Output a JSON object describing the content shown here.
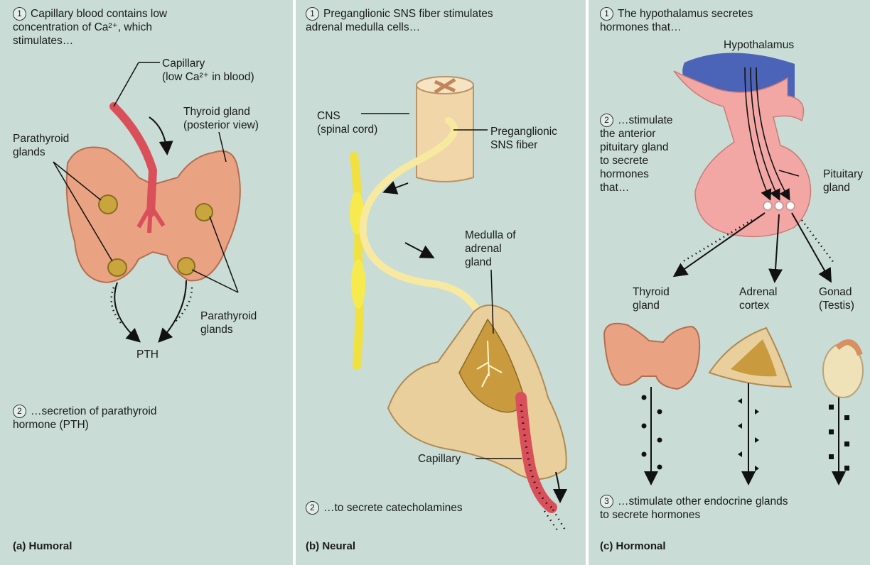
{
  "humoral": {
    "step1": "Capillary blood contains low\nconcentration of Ca²⁺, which\nstimulates…",
    "capillary_label": "Capillary\n(low Ca²⁺ in blood)",
    "thyroid_label": "Thyroid gland\n(posterior view)",
    "parathyroid_left": "Parathyroid\nglands",
    "parathyroid_right": "Parathyroid\nglands",
    "pth": "PTH",
    "step2": "…secretion of parathyroid\nhormone (PTH)",
    "caption_letter": "(a)",
    "caption_title": "Humoral"
  },
  "neural": {
    "step1": "Preganglionic SNS fiber stimulates\nadrenal medulla cells…",
    "cns_label": "CNS\n(spinal cord)",
    "fiber_label": "Preganglionic\nSNS fiber",
    "medulla_label": "Medulla of\nadrenal\ngland",
    "capillary_label": "Capillary",
    "step2": "…to secrete catecholamines",
    "caption_letter": "(b)",
    "caption_title": "Neural"
  },
  "hormonal": {
    "step1": "The hypothalamus secretes\nhormones that…",
    "hypothalamus_label": "Hypothalamus",
    "step2": "…stimulate\nthe anterior\npituitary gland\nto secrete\nhormones\nthat…",
    "pituitary_label": "Pituitary\ngland",
    "thyroid_label": "Thyroid\ngland",
    "adrenal_label": "Adrenal\ncortex",
    "gonad_label": "Gonad\n(Testis)",
    "step3": "…stimulate other endocrine glands\nto secrete hormones",
    "caption_letter": "(c)",
    "caption_title": "Hormonal"
  },
  "step_numbers": [
    "1",
    "2",
    "3"
  ],
  "colors": {
    "background": "#c9ddd6",
    "gland": "#e9a383",
    "capillary": "#d9505a",
    "hypothalamus": "#3d56b5"
  }
}
